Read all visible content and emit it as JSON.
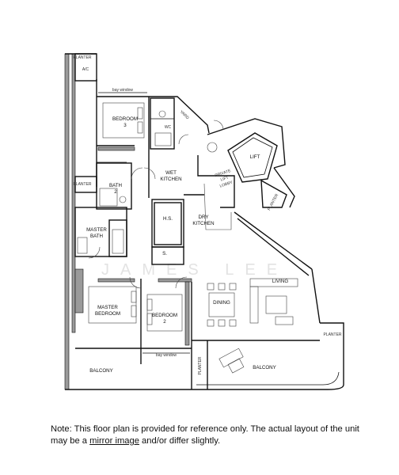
{
  "watermark": "JAMES LEE",
  "rooms": {
    "ac": "A/C",
    "planter_top": "PLANTER",
    "bay_window_top": "bay window",
    "bedroom3": [
      "BEDROOM",
      "3"
    ],
    "wc": "WC",
    "yard": "YARD",
    "wet_kitchen": [
      "WET",
      "KITCHEN"
    ],
    "private_lift_lobby": [
      "PRIVATE",
      "LIFT",
      "LOBBY"
    ],
    "lift": "LIFT",
    "planter_left": "PLANTER",
    "bath2": [
      "BATH",
      "2"
    ],
    "hs": "H.S.",
    "dry_kitchen": [
      "DRY",
      "KITCHEN"
    ],
    "planter_right": "PLANTER",
    "master_bath": [
      "MASTER",
      "BATH"
    ],
    "s": "S.",
    "living": "LIVING",
    "dining": "DINING",
    "master_bedroom": [
      "MASTER",
      "BEDROOM"
    ],
    "bedroom2": [
      "BEDROOM",
      "2"
    ],
    "planter_far_right": "PLANTER",
    "bay_window_bottom": "bay window",
    "balcony_left": "BALCONY",
    "planter_bottom": "PLANTER",
    "balcony_right": "BALCONY"
  },
  "note": {
    "line1": "Note: This floor plan is provided for reference only. The actual layout of the unit",
    "line2_prefix": "may be a ",
    "line2_link": "mirror image",
    "line2_suffix": " and/or differ slightly."
  }
}
